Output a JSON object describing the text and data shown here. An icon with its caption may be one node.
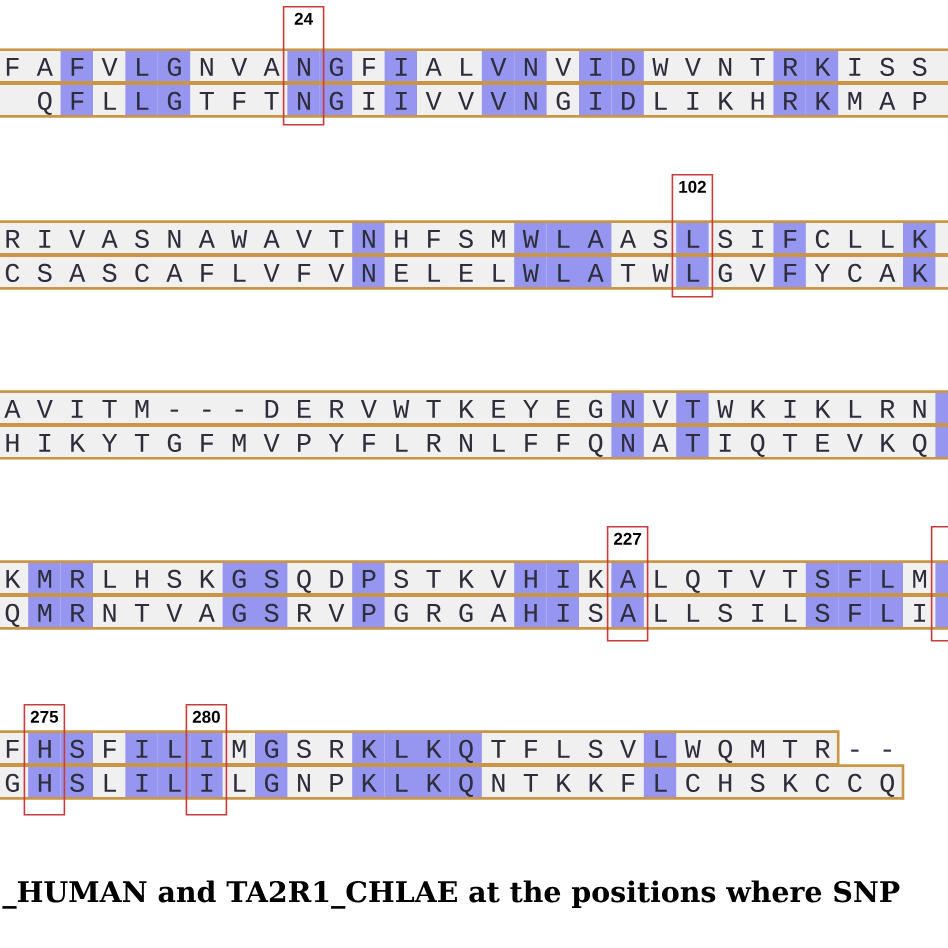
{
  "diagram": {
    "caption": "_HUMAN and TA2R1_CHLAE at the positions where SNP",
    "nodes": [
      {
        "text": [
          "24"
        ]
      },
      {
        "text": [
          "102"
        ]
      },
      {
        "text": [
          "227"
        ]
      },
      {
        "text": [],
        "shape": "box"
      },
      {
        "text": [
          "275"
        ]
      },
      {
        "text": [
          "280"
        ]
      }
    ],
    "labels": [
      "F A F V L G N V A N G F I A L V N V I D W V N T R K I S S",
      "Q F L L G T F T N G I I V V V N G I D L I K H R K M A P",
      "R I V A S N A W A V T N H F S M W L A A S L S I F C L L K",
      "C S A S C A F L V F V N E L E L W L A T W L G V F Y C A K",
      "A V I T M - - - D E R V W T K E Y E G N V T W K I K L R N",
      "H I K Y T G F M V P Y F L R N L F F Q N A T I Q T E V K Q",
      "K M R L H S K G S Q D P S T K V H I K A L Q T V T S F L M",
      "Q M R N T V A G S R V P G R G A H I S A L L S I L S F L I",
      "F H S F I L I M G S R K L K Q T F L S V L W Q M T R - -",
      "G H S L I L I L G N P K L K Q N T K K F L C H S K C C Q"
    ]
  }
}
